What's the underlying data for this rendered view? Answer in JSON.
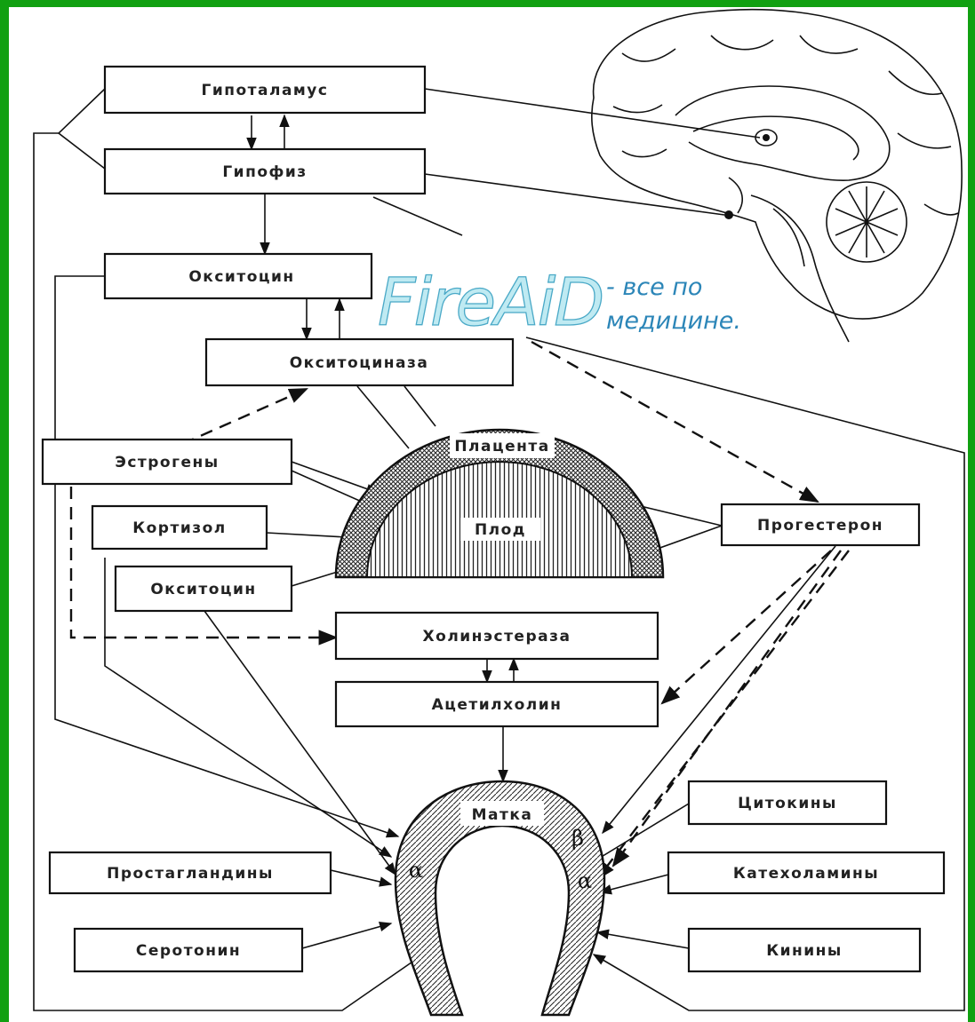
{
  "diagram": {
    "nodes": {
      "hypothalamus": "Гипоталамус",
      "pituitary": "Гипофиз",
      "oxytocin_top": "Окситоцин",
      "oxytocinase": "Окситоциназа",
      "estrogens": "Эстрогены",
      "cortisol": "Кортизол",
      "oxytocin_mid": "Окситоцин",
      "placenta": "Плацента",
      "fetus": "Плод",
      "progesterone": "Прогестерон",
      "cholinesterase": "Холинэстераза",
      "acetylcholine": "Ацетилхолин",
      "uterus": "Матка",
      "cytokines": "Цитокины",
      "prostaglandins": "Простагландины",
      "catecholamines": "Катехоламины",
      "serotonin": "Серотонин",
      "kinins": "Кинины"
    },
    "receptors": {
      "alpha_left": "α",
      "beta_right": "β",
      "alpha_right": "α"
    }
  },
  "watermark": {
    "brand": "FireAiD",
    "tagline_line1": "- все по",
    "tagline_line2": "медицине."
  },
  "colors": {
    "frame": "#11a011",
    "watermark_fill": "#bfeaf2",
    "watermark_text": "#2c86b8"
  }
}
